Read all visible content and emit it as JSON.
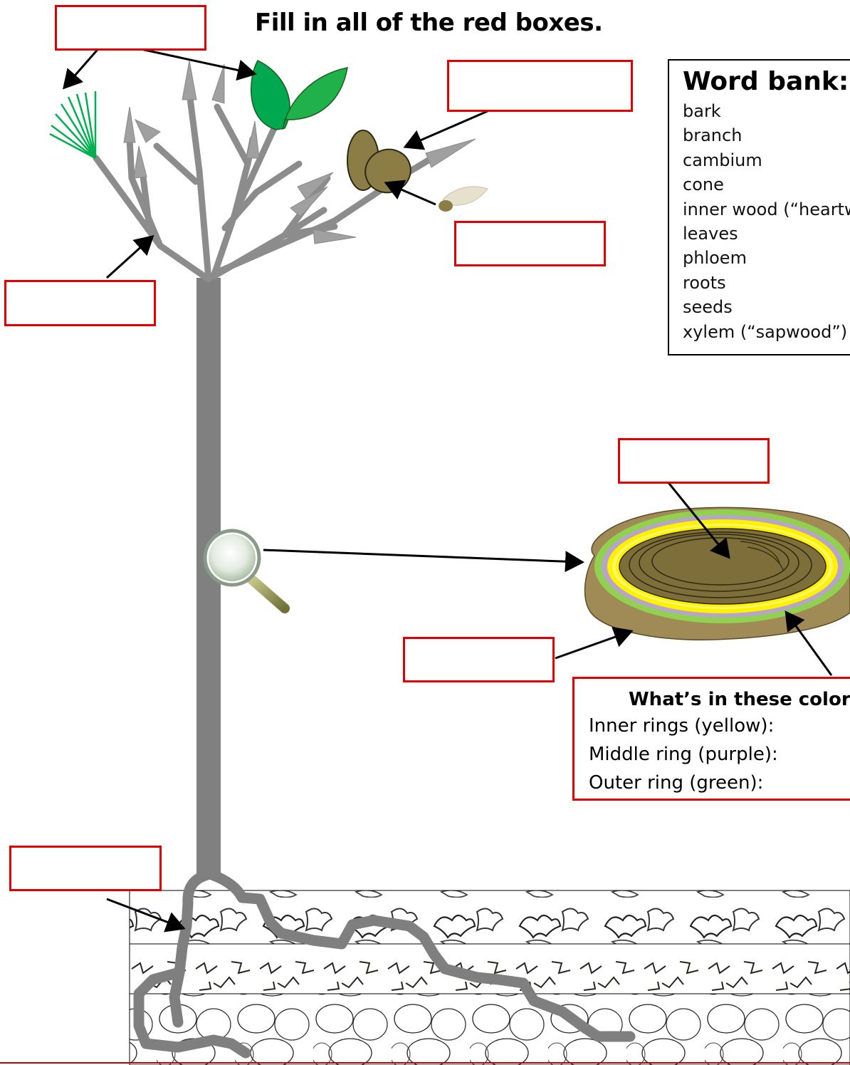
{
  "worksheet": {
    "instruction": "Fill in all of the red boxes."
  },
  "word_bank": {
    "title": "Word bank:",
    "words": [
      "bark",
      "branch",
      "cambium",
      "cone",
      "inner wood (“heartwood”)",
      "leaves",
      "phloem",
      "roots",
      "seeds",
      "xylem (“sapwood”)"
    ]
  },
  "ring_colors": {
    "heading": "What’s in these colors?",
    "inner": "Inner rings (yellow):",
    "middle": "Middle ring (purple):",
    "outer": "Outer ring (green):"
  },
  "colors": {
    "label_border": "#e00000",
    "trunk": "#808080",
    "leaf": "#00a84f",
    "cone": "#8b7d45",
    "wood_core": "#7d6e3a",
    "ring_yellow": "#fff200",
    "ring_purple": "#b7a5c8",
    "ring_green": "#92d050",
    "bark": "#a08a55"
  },
  "icons": [
    "magnifying-glass-icon",
    "pine-needles-icon",
    "leaf-icon",
    "cone-icon",
    "seed-icon"
  ]
}
